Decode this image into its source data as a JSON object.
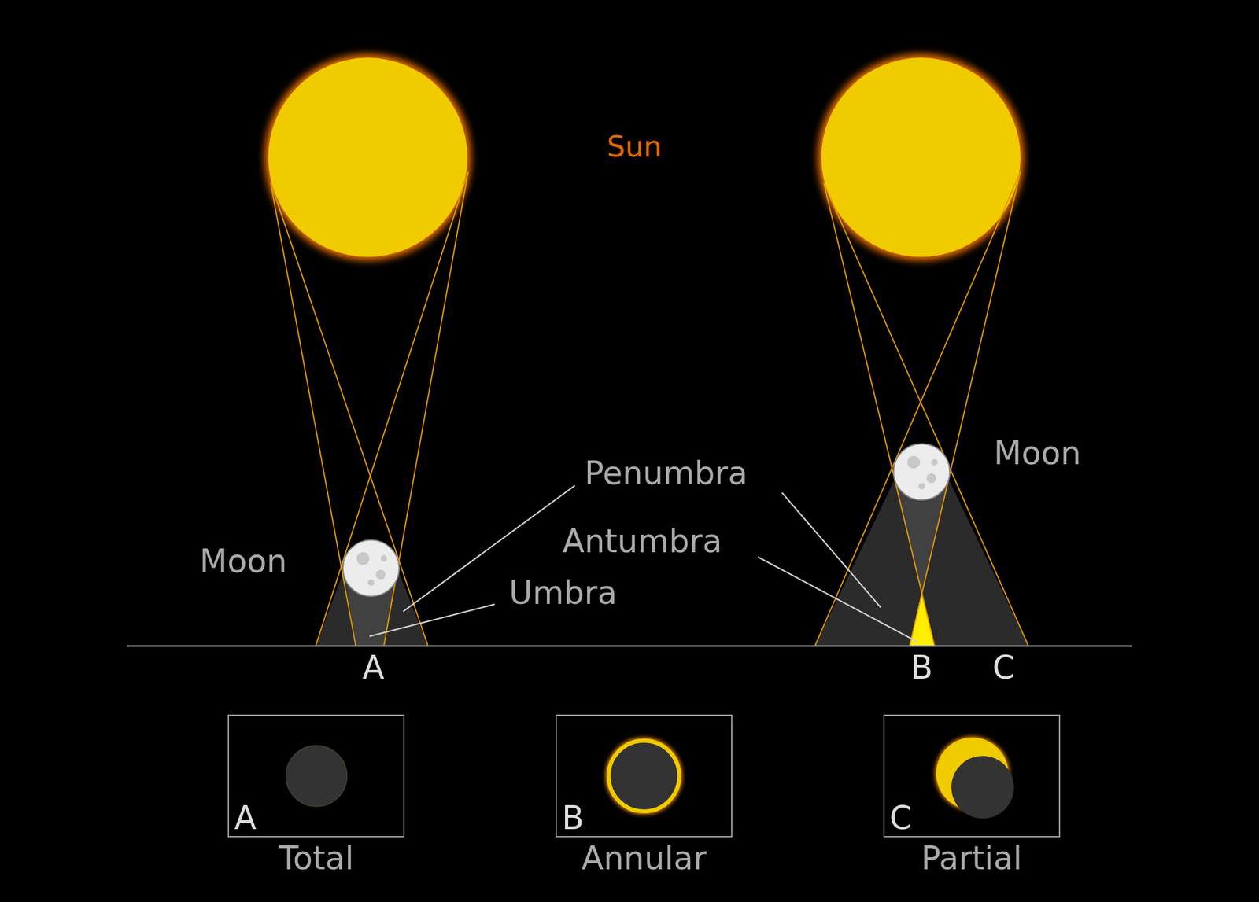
{
  "diagram": {
    "nodes": [
      {
        "text": [
          "A",
          "Total"
        ]
      },
      {
        "text": [
          "B",
          "Annular"
        ]
      },
      {
        "text": [
          "C",
          "Partial"
        ]
      }
    ],
    "labels": [
      "Sun",
      "Moon",
      "Moon",
      "Penumbra",
      "Antumbra",
      "Umbra",
      "A",
      "B",
      "C"
    ]
  }
}
